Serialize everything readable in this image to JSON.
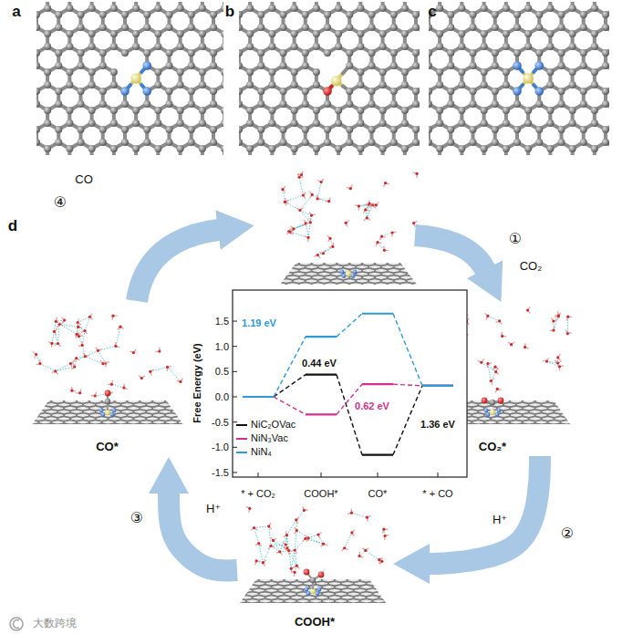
{
  "diagram": {
    "nodes": [
      {
        "text": [
          "CO*"
        ]
      },
      {
        "text": [
          "CO₂*"
        ]
      },
      {
        "text": [
          "COOH*"
        ]
      }
    ],
    "edges": [
      {
        "from": 1,
        "to": 2,
        "label": "H⁺",
        "arrow": "to"
      },
      {
        "from": 2,
        "to": 0,
        "label": "H⁺",
        "arrow": "to"
      }
    ],
    "labels": [
      "a",
      "b",
      "c",
      "d",
      "①",
      "CO₂",
      "②",
      "③",
      "④",
      "CO",
      "Free Energy (eV)",
      "1.5",
      "1.0",
      "0.5",
      "0.0",
      "-0.5",
      "-1.0",
      "-1.5",
      "* + CO₂",
      "COOH*",
      "CO*",
      "* + CO",
      "1.19 eV",
      "0.44 eV",
      "0.62 eV",
      "1.36 eV",
      "大数跨境"
    ],
    "legend": [
      {
        "text": "NiC₂OVac"
      },
      {
        "text": "NiN₃Vac"
      },
      {
        "text": "NiN₄"
      }
    ]
  }
}
